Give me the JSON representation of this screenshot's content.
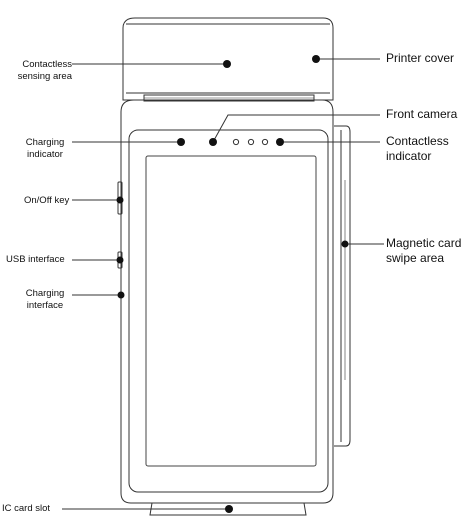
{
  "diagram": {
    "labels": {
      "contactless_sensing_area": "Contactless\nsensing area",
      "printer_cover": "Printer cover",
      "front_camera": "Front camera",
      "charging_indicator": "Charging\nindicator",
      "contactless_indicator": "Contactless\nindicator",
      "on_off_key": "On/Off key",
      "magnetic_card_swipe_area": "Magnetic card\nswipe area",
      "usb_interface": "USB interface",
      "charging_interface": "Charging\ninterface",
      "ic_card_slot": "IC card slot"
    },
    "colors": {
      "outline": "#333333",
      "dot": "#111111",
      "screen": "#ffffff"
    }
  }
}
